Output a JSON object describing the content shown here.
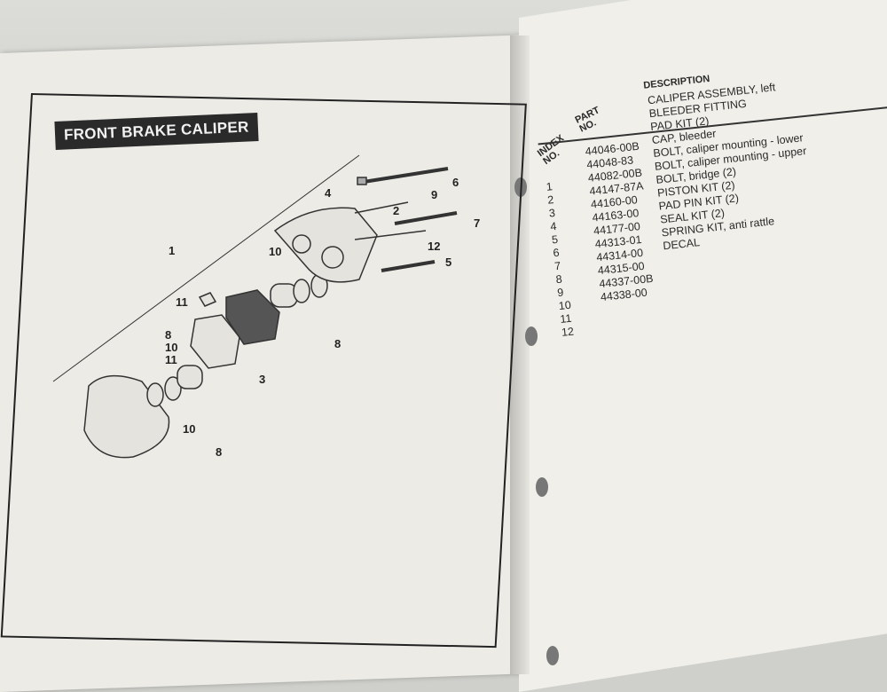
{
  "left_page": {
    "title": "FRONT BRAKE CALIPER",
    "callouts": [
      "1",
      "2",
      "3",
      "4",
      "5",
      "6",
      "7",
      "8",
      "8",
      "8",
      "9",
      "10",
      "10",
      "10",
      "11",
      "11",
      "12"
    ]
  },
  "right_page": {
    "headers": {
      "index": "INDEX NO.",
      "part": "PART NO.",
      "description": "DESCRIPTION"
    },
    "rows": [
      {
        "index": "1",
        "part": "44046-00B",
        "description": "CALIPER ASSEMBLY, left"
      },
      {
        "index": "2",
        "part": "44048-83",
        "description": "BLEEDER FITTING"
      },
      {
        "index": "3",
        "part": "44082-00B",
        "description": "PAD KIT (2)"
      },
      {
        "index": "4",
        "part": "44147-87A",
        "description": "CAP, bleeder"
      },
      {
        "index": "5",
        "part": "44160-00",
        "description": "BOLT, caliper mounting - lower"
      },
      {
        "index": "6",
        "part": "44163-00",
        "description": "BOLT, caliper mounting - upper"
      },
      {
        "index": "7",
        "part": "44177-00",
        "description": "BOLT, bridge (2)"
      },
      {
        "index": "8",
        "part": "44313-01",
        "description": "PISTON KIT (2)"
      },
      {
        "index": "9",
        "part": "44314-00",
        "description": "PAD PIN KIT (2)"
      },
      {
        "index": "10",
        "part": "44315-00",
        "description": "SEAL KIT (2)"
      },
      {
        "index": "11",
        "part": "44337-00B",
        "description": "SPRING KIT, anti rattle"
      },
      {
        "index": "12",
        "part": "44338-00",
        "description": "DECAL"
      }
    ]
  }
}
